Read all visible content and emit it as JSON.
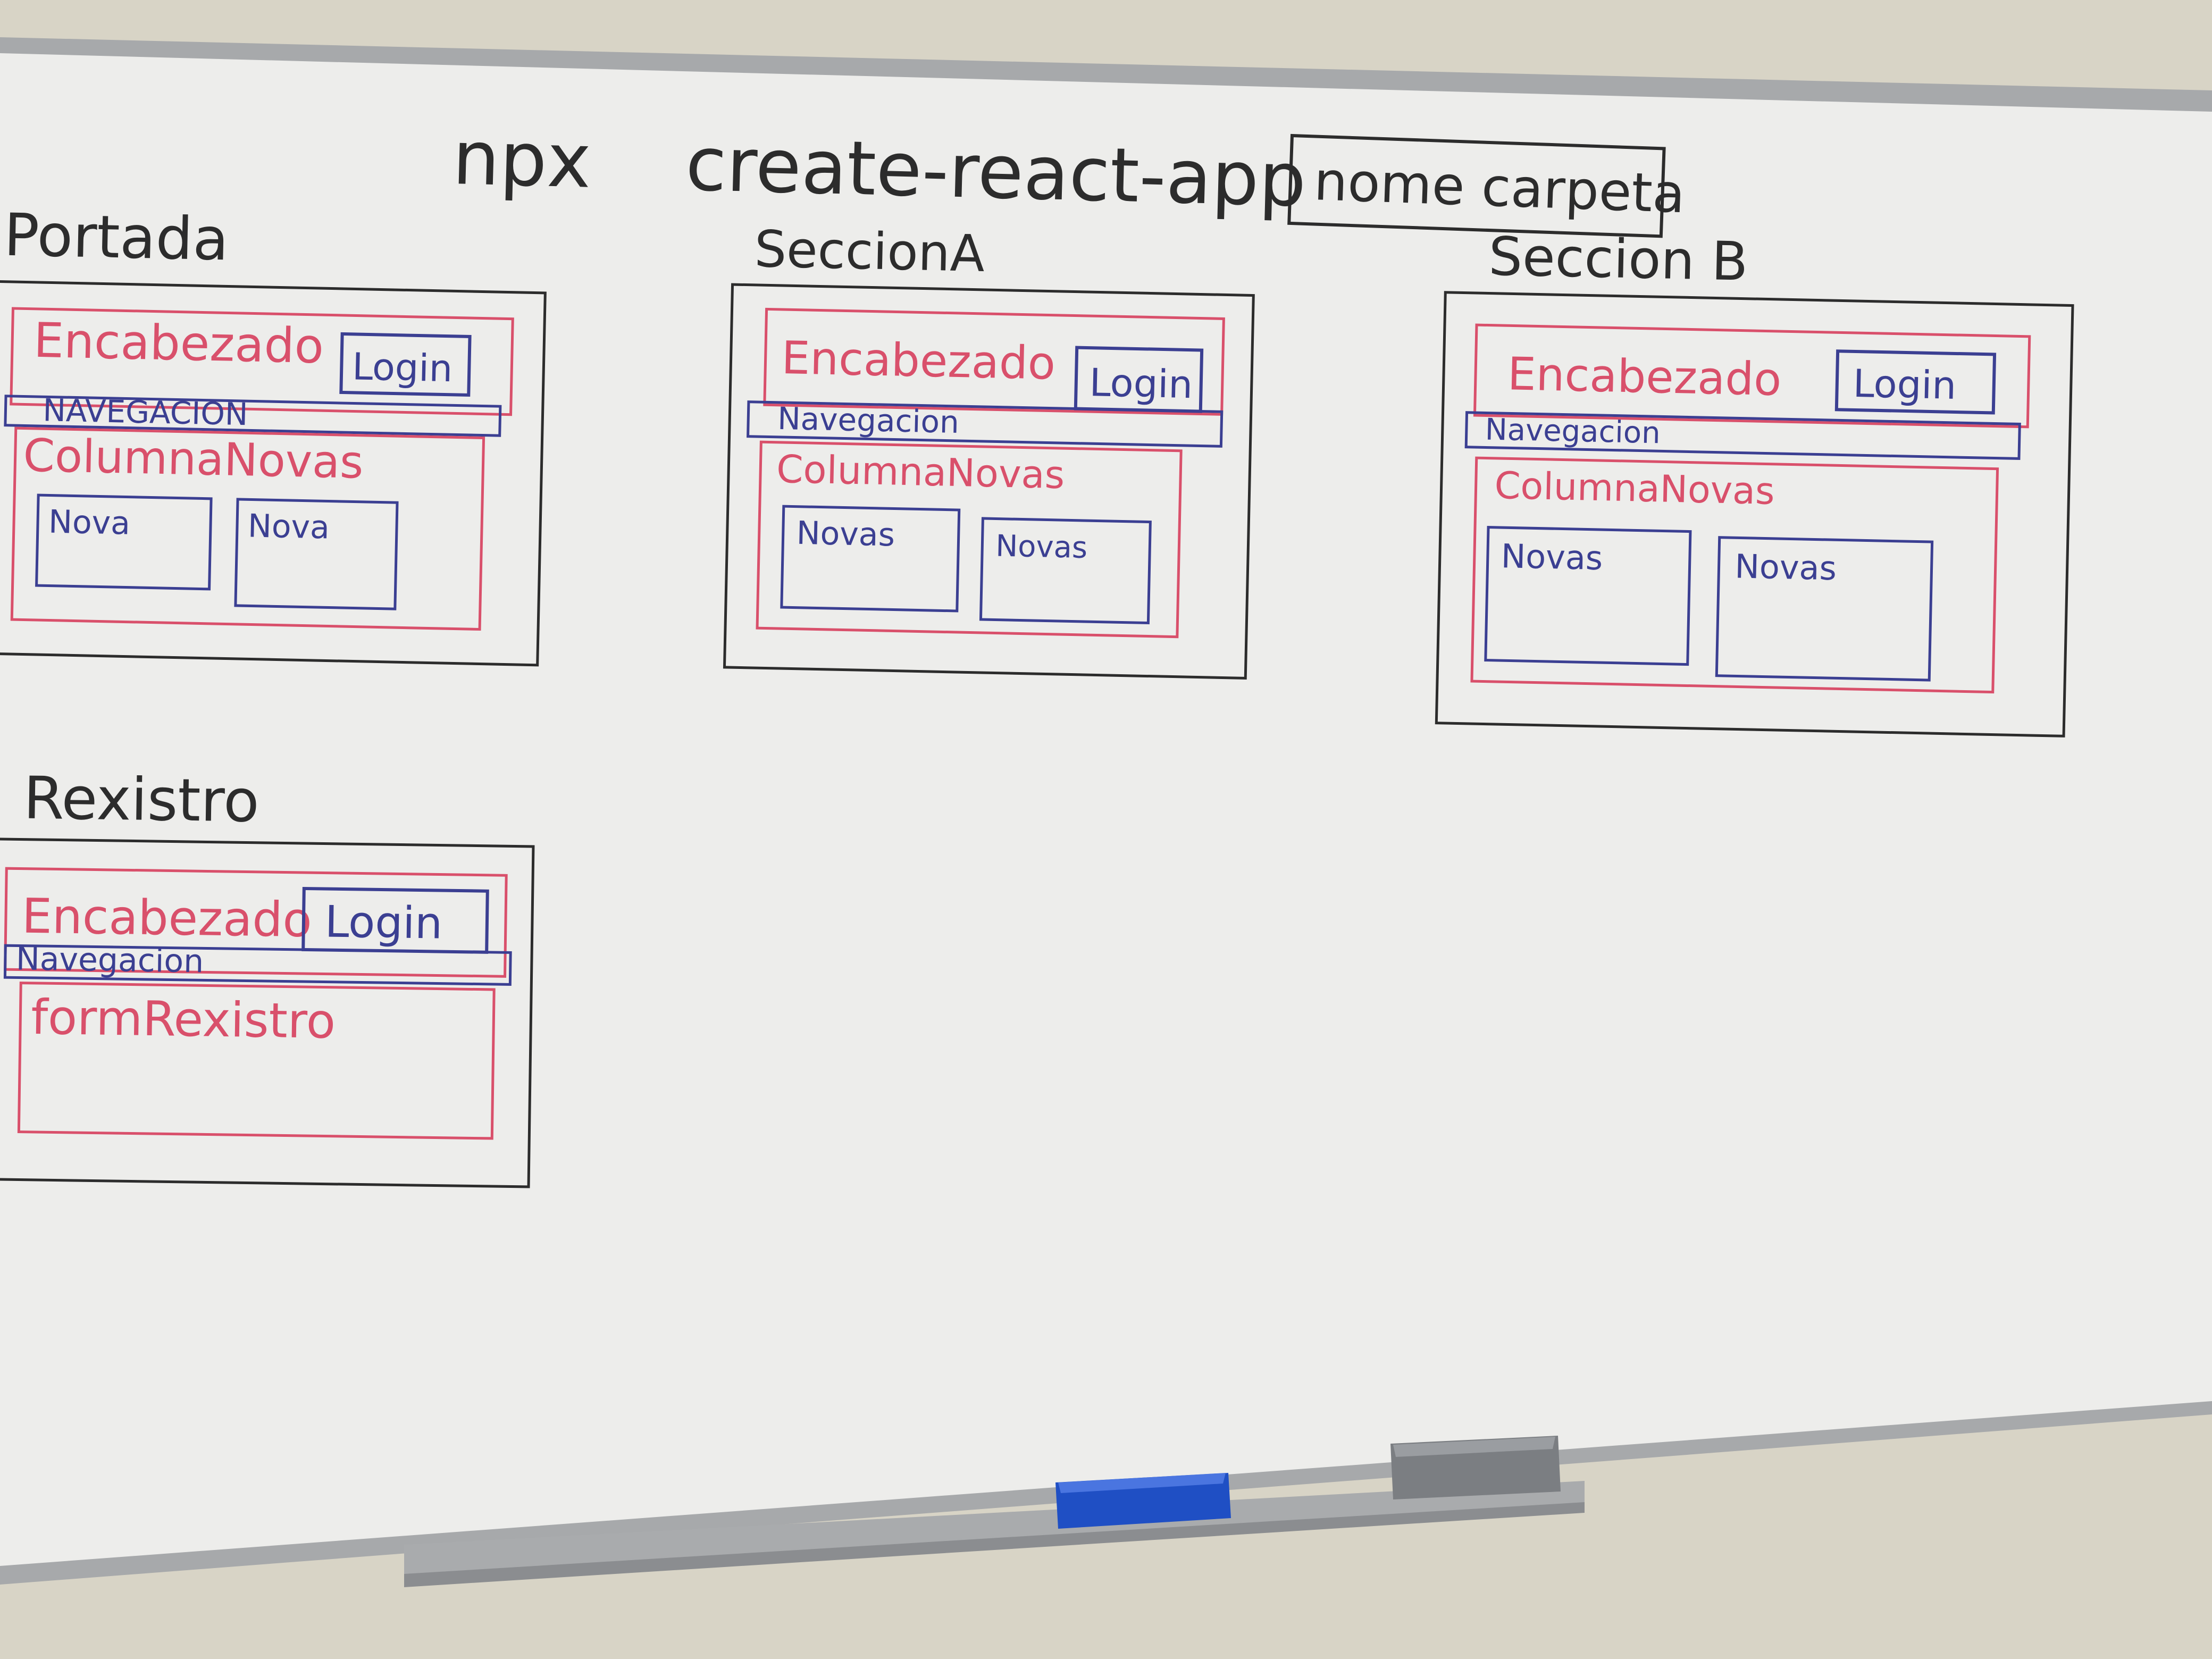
{
  "colors": {
    "wall": "#d8d4c6",
    "board": "#ededeb",
    "frame": "#a7a9ab",
    "ink_black": "#2c2c2c",
    "ink_red": "#d9506b",
    "ink_blue": "#3b3f92",
    "eraser_blue": "#1f4fc4",
    "eraser_gray": "#7b7e82"
  },
  "command": {
    "text": "npx    create-react-app",
    "placeholder": "nome carpeta"
  },
  "sketches": [
    {
      "title": "Portada",
      "header": "Encabezado",
      "login": "Login",
      "nav": "NAVEGACION",
      "column": "ColumnaNovas",
      "cards": [
        "Nova",
        "Nova"
      ]
    },
    {
      "title": "SeccionA",
      "header": "Encabezado",
      "login": "Login",
      "nav": "Navegacion",
      "column": "ColumnaNovas",
      "cards": [
        "Novas",
        "Novas"
      ]
    },
    {
      "title": "Seccion B",
      "header": "Encabezado",
      "login": "Login",
      "nav": "Navegacion",
      "column": "ColumnaNovas",
      "cards": [
        "Novas",
        "Novas"
      ]
    },
    {
      "title": "Rexistro",
      "header": "Encabezado",
      "login": "Login",
      "nav": "Navegacion",
      "form": "formRexistro"
    }
  ],
  "tray": {
    "erasers": [
      "blue-eraser",
      "gray-eraser"
    ]
  }
}
